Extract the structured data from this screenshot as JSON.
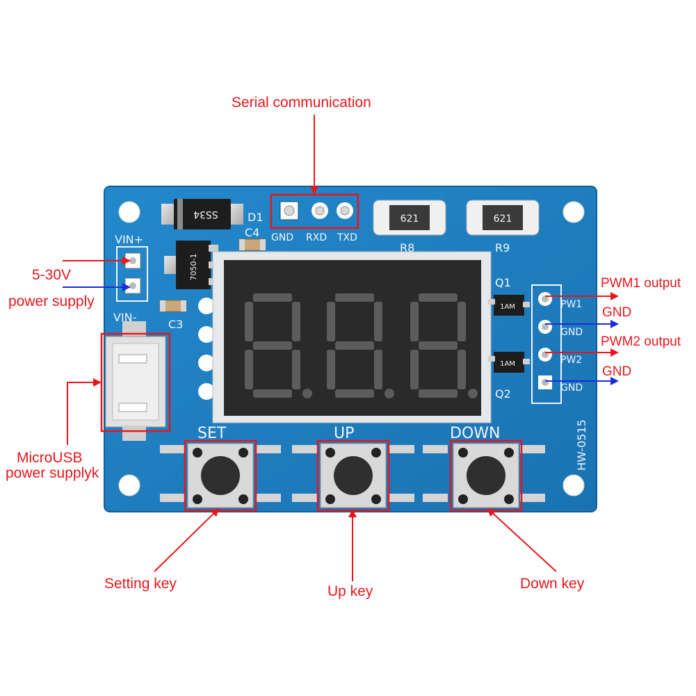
{
  "labels": {
    "serial": "Serial communication",
    "power_v": "5-30V",
    "power_supply": "power supply",
    "microusb_1": "MicroUSB",
    "microusb_2": "power supplyk",
    "pwm1": "PWM1 output",
    "gnd1": "GND",
    "pwm2": "PWM2 output",
    "gnd2": "GND",
    "setting_key": "Setting key",
    "up_key": "Up key",
    "down_key": "Down key"
  },
  "board": {
    "vin_plus": "VIN+",
    "vin_minus": "VIN-",
    "d1": "D1",
    "c4": "C4",
    "c3": "C3",
    "diode": "SS34",
    "regulator": "7050-1",
    "r8_code": "621",
    "r9_code": "621",
    "r8": "R8",
    "r9": "R9",
    "q1": "Q1",
    "q2": "Q2",
    "q_code": "1AM",
    "serial_pins": [
      "GND",
      "RXD",
      "TXD"
    ],
    "out_pins": [
      "PW1",
      "GND",
      "PW2",
      "GND"
    ],
    "keys": [
      "SET",
      "UP",
      "DOWN"
    ],
    "model": "HW-0515",
    "display": "8.8.8."
  },
  "colors": {
    "annotation": "#e8161b",
    "arrow_blue": "#1c2bd8",
    "pcb": "#1e7fc0",
    "pcb_dark": "#165f96",
    "display": "#2a2a2a",
    "segment_dim": "#5c5c5c"
  }
}
